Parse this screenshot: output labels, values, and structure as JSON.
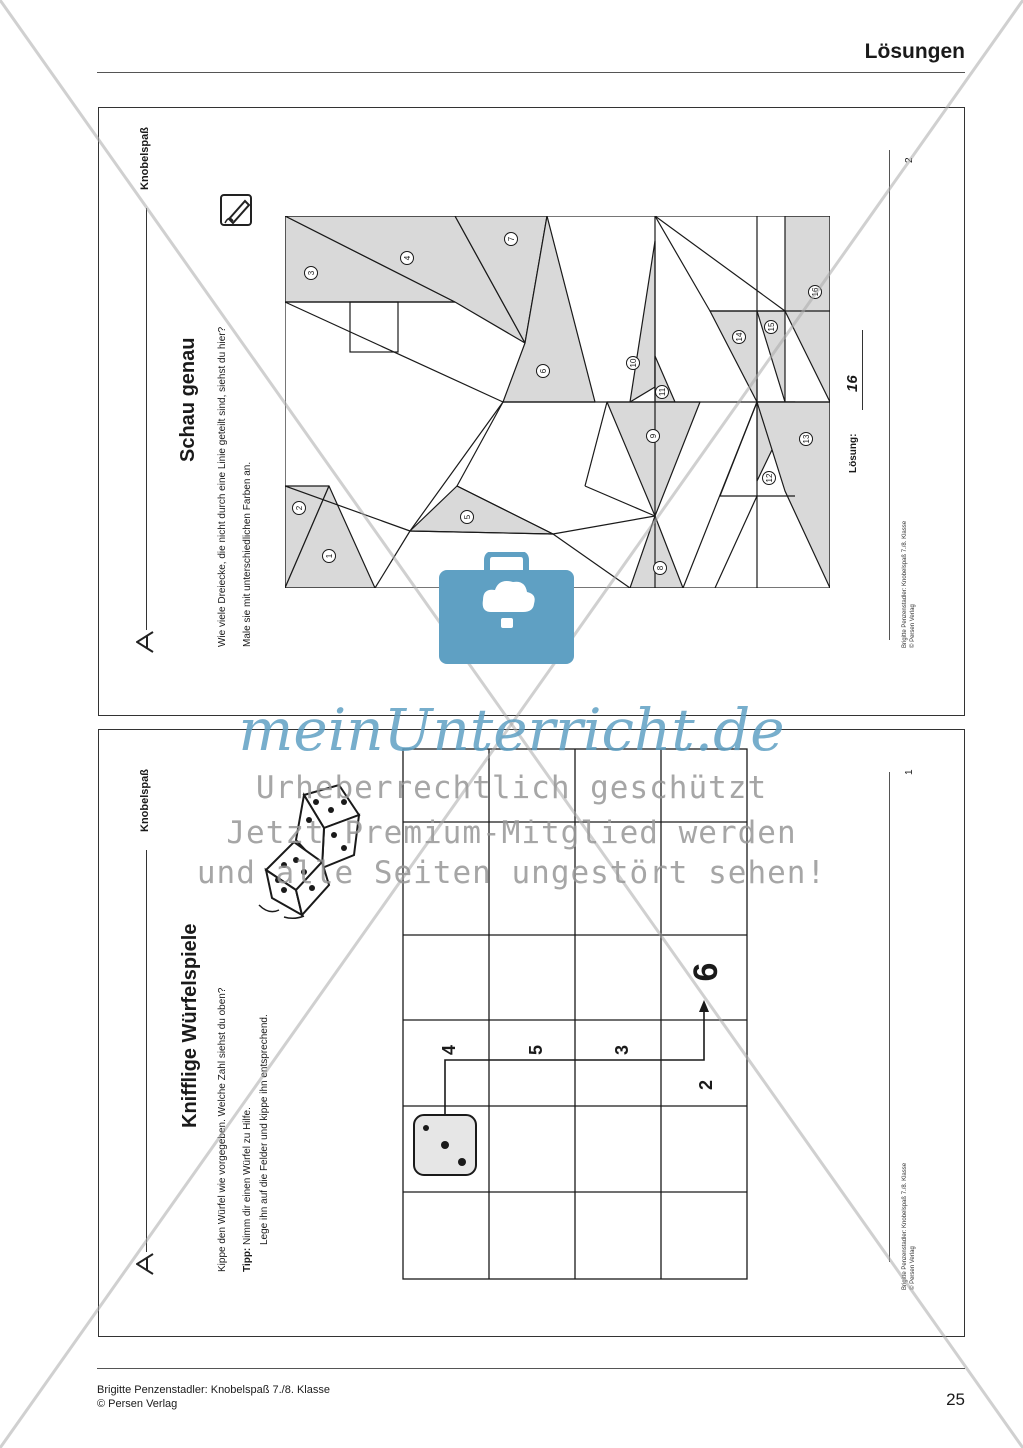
{
  "header": {
    "title": "Lösungen"
  },
  "top_card": {
    "category": "Knobelspaß",
    "title": "Schau genau",
    "instruction_1": "Wie viele Dreiecke, die nicht durch eine Linie geteilt sind, siehst du hier?",
    "instruction_2": "Male sie mit unterschiedlichen Farben an.",
    "answer_label": "Lösung:",
    "answer_value": "16",
    "page_number": "2",
    "credit_1": "Brigitte Penzenstadler: Knobelspaß 7./8. Klasse",
    "credit_2": "© Persen Verlag",
    "triangle_labels": [
      "1",
      "2",
      "3",
      "4",
      "5",
      "6",
      "7",
      "8",
      "9",
      "10",
      "11",
      "12",
      "13",
      "14",
      "15",
      "16"
    ]
  },
  "bottom_card": {
    "category": "Knobelspaß",
    "title": "Knifflige Würfelspiele",
    "instruction": "Kippe den Würfel wie vorgegeben. Welche Zahl siehst du oben?",
    "tip_label": "Tipp:",
    "tip_1": "Nimm dir einen Würfel zu Hilfe.",
    "tip_2": "Lege ihn auf die Felder und kippe ihn entsprechend.",
    "page_number": "1",
    "credit_1": "Brigitte Penzenstadler: Knobelspaß 7./8. Klasse",
    "credit_2": "© Persen Verlag",
    "path_numbers": [
      "4",
      "5",
      "3",
      "2"
    ],
    "result": "6"
  },
  "watermark": {
    "brand": "meinUnterricht.de",
    "line_1": "Urheberrechtlich geschützt",
    "line_2": "Jetzt Premium-Mitglied werden",
    "line_3": "und alle Seiten ungestört sehen!"
  },
  "footer": {
    "line_1": "Brigitte Penzenstadler: Knobelspaß 7./8. Klasse",
    "line_2": "© Persen Verlag",
    "page_number": "25"
  },
  "colors": {
    "shaded": "#d9d9d9",
    "brand": "#5fa0c3",
    "line": "#1a1a1a"
  }
}
